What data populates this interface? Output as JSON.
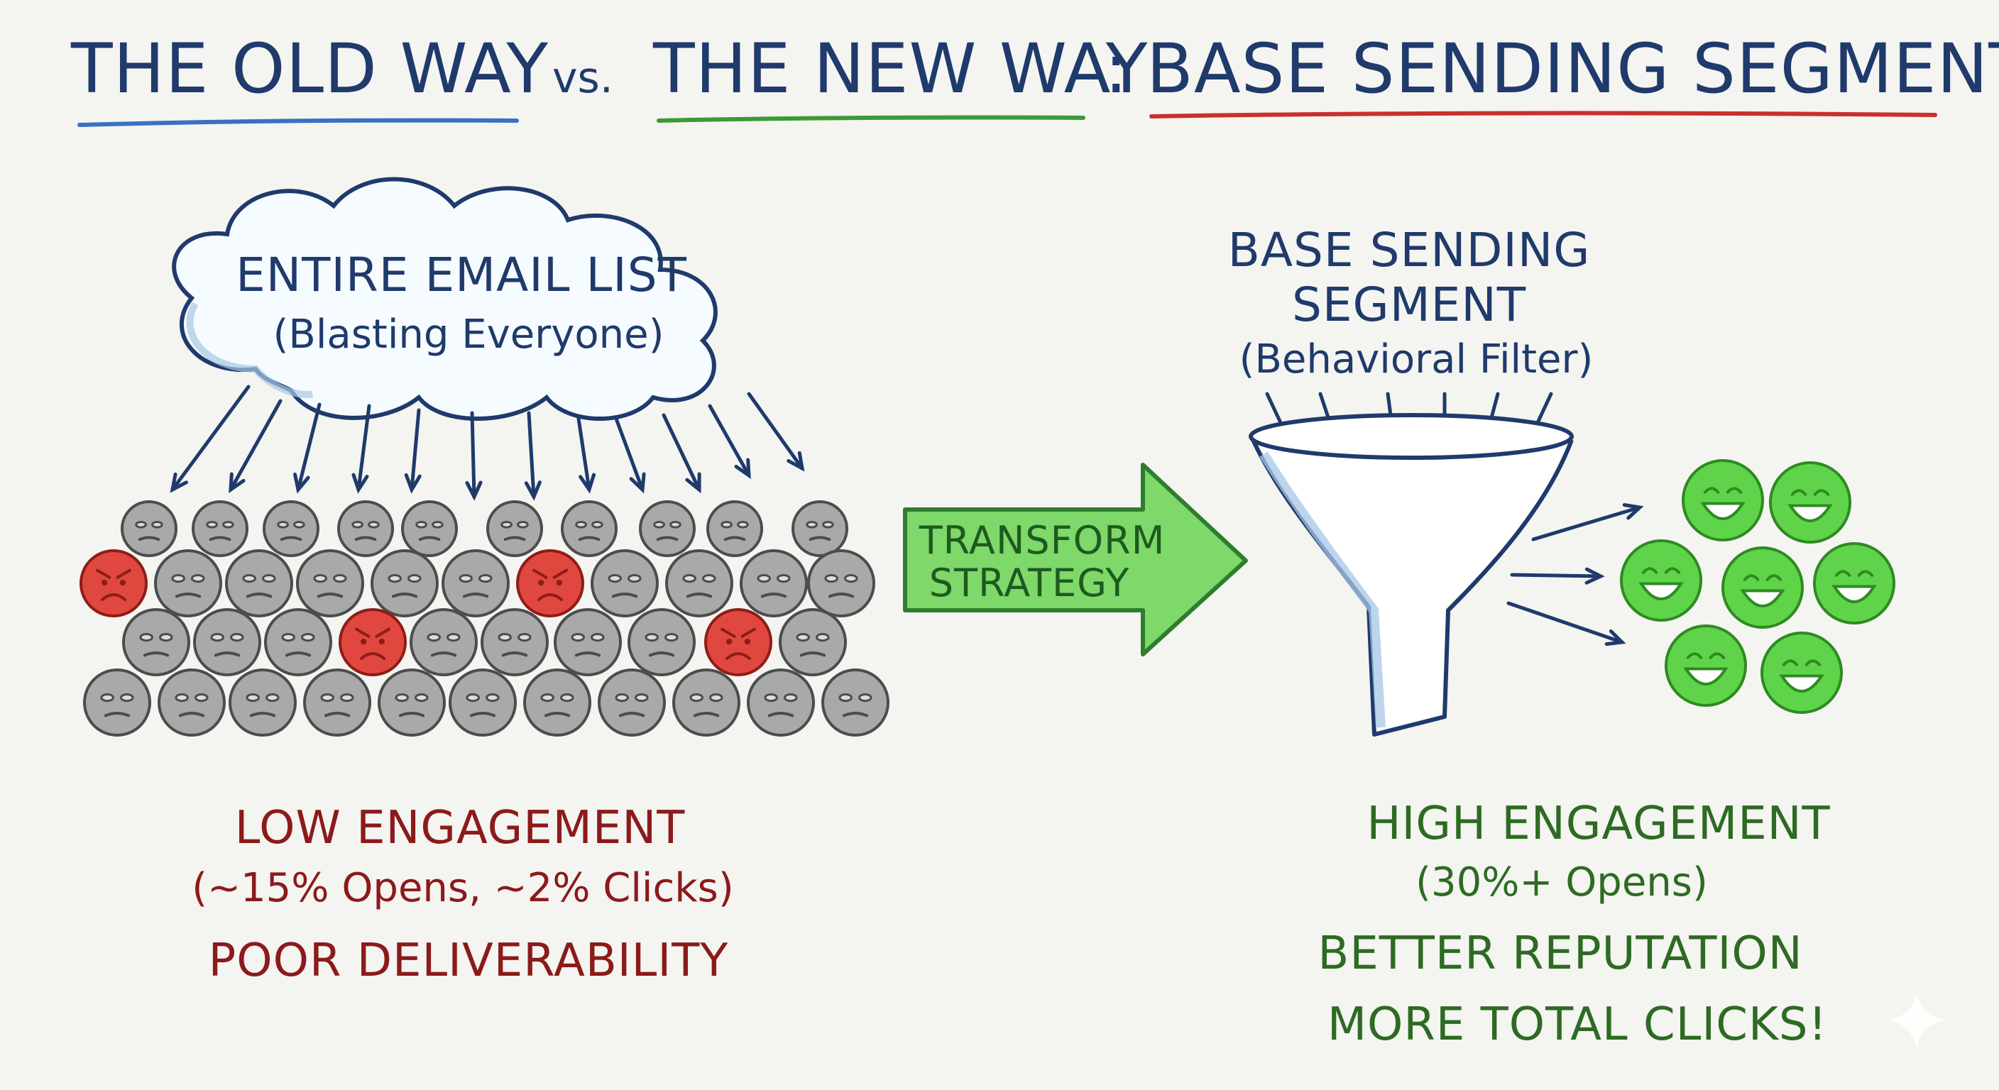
{
  "title": {
    "old_way": "THE OLD WAY",
    "vs": "vs.",
    "new_way": "THE NEW WAY",
    "colon": ":",
    "subject": "BASE SENDING SEGMENTS"
  },
  "old_way": {
    "cloud_title": "ENTIRE EMAIL LIST",
    "cloud_subtitle": "(Blasting Everyone)",
    "result_title": "LOW ENGAGEMENT",
    "result_stats": "(~15% Opens, ~2% Clicks)",
    "result_note": "POOR DELIVERABILITY"
  },
  "transform": {
    "line1": "TRANSFORM",
    "line2": "STRATEGY"
  },
  "new_way": {
    "segment_title_line1": "BASE SENDING",
    "segment_title_line2": "SEGMENT",
    "segment_subtitle": "(Behavioral Filter)",
    "result_title": "HIGH ENGAGEMENT",
    "result_stats": "(30%+ Opens)",
    "result_note1": "BETTER REPUTATION",
    "result_note2": "MORE TOTAL CLICKS!"
  },
  "colors": {
    "ink": "#1f3a6b",
    "old_underline": "#3a6fc4",
    "new_underline": "#3c9a35",
    "subject_underline": "#c9302c",
    "neutral_face": "#a9a9a9",
    "angry_face": "#e0483f",
    "happy_face": "#5fd44a",
    "arrow_fill": "#7ed86a",
    "old_text": "#8b1a1a",
    "new_text": "#2d6b22"
  },
  "icons": {
    "cloud": "cloud-icon",
    "funnel": "funnel-icon",
    "big_arrow": "arrow-right-icon",
    "neutral": "neutral-face-icon",
    "angry": "angry-face-icon",
    "happy": "happy-face-icon",
    "sparkle": "sparkle-icon"
  }
}
